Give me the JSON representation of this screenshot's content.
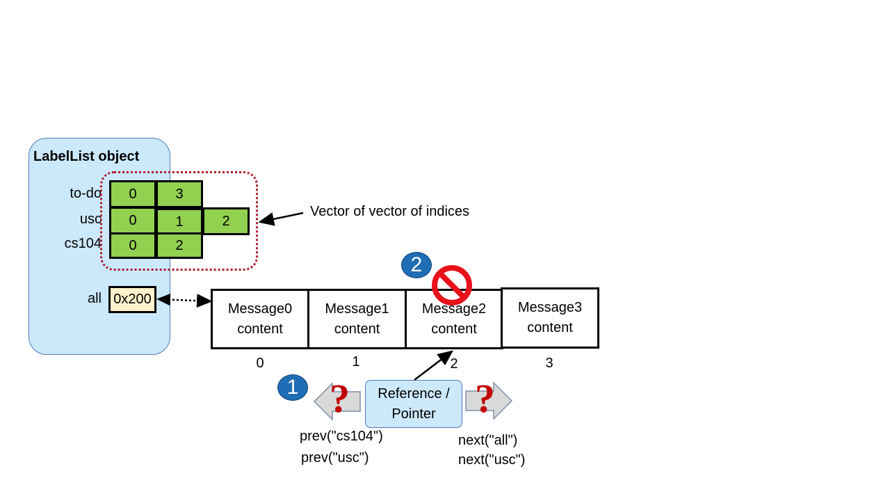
{
  "labellist": {
    "title": "LabelList object",
    "rows": [
      {
        "label": "to-do",
        "cells": [
          "0",
          "3"
        ]
      },
      {
        "label": "usc",
        "cells": [
          "0",
          "1",
          "2"
        ]
      },
      {
        "label": "cs104",
        "cells": [
          "0",
          "2"
        ]
      }
    ],
    "all_label": "all",
    "all_value": "0x200"
  },
  "annotation": "Vector of vector of indices",
  "messages": [
    {
      "line1": "Message0",
      "line2": "content",
      "index": "0"
    },
    {
      "line1": "Message1",
      "line2": "content",
      "index": "1"
    },
    {
      "line1": "Message2",
      "line2": "content",
      "index": "2"
    },
    {
      "line1": "Message3",
      "line2": "content",
      "index": "3"
    }
  ],
  "reference": {
    "line1": "Reference /",
    "line2": "Pointer"
  },
  "badges": {
    "one": "1",
    "two": "2"
  },
  "question_mark": "?",
  "prev_calls": [
    "prev(\"cs104\")",
    "prev(\"usc\")"
  ],
  "next_calls": [
    "next(\"all\")",
    "next(\"usc\")"
  ],
  "colors": {
    "panel": "#cce9fb",
    "index_cell": "#92d050",
    "pointer_cell": "#fff2cc",
    "dotted_frame": "#b11a2e",
    "badge": "#1f6db5",
    "question": "#c00000",
    "no_sign": "#e8121b"
  }
}
